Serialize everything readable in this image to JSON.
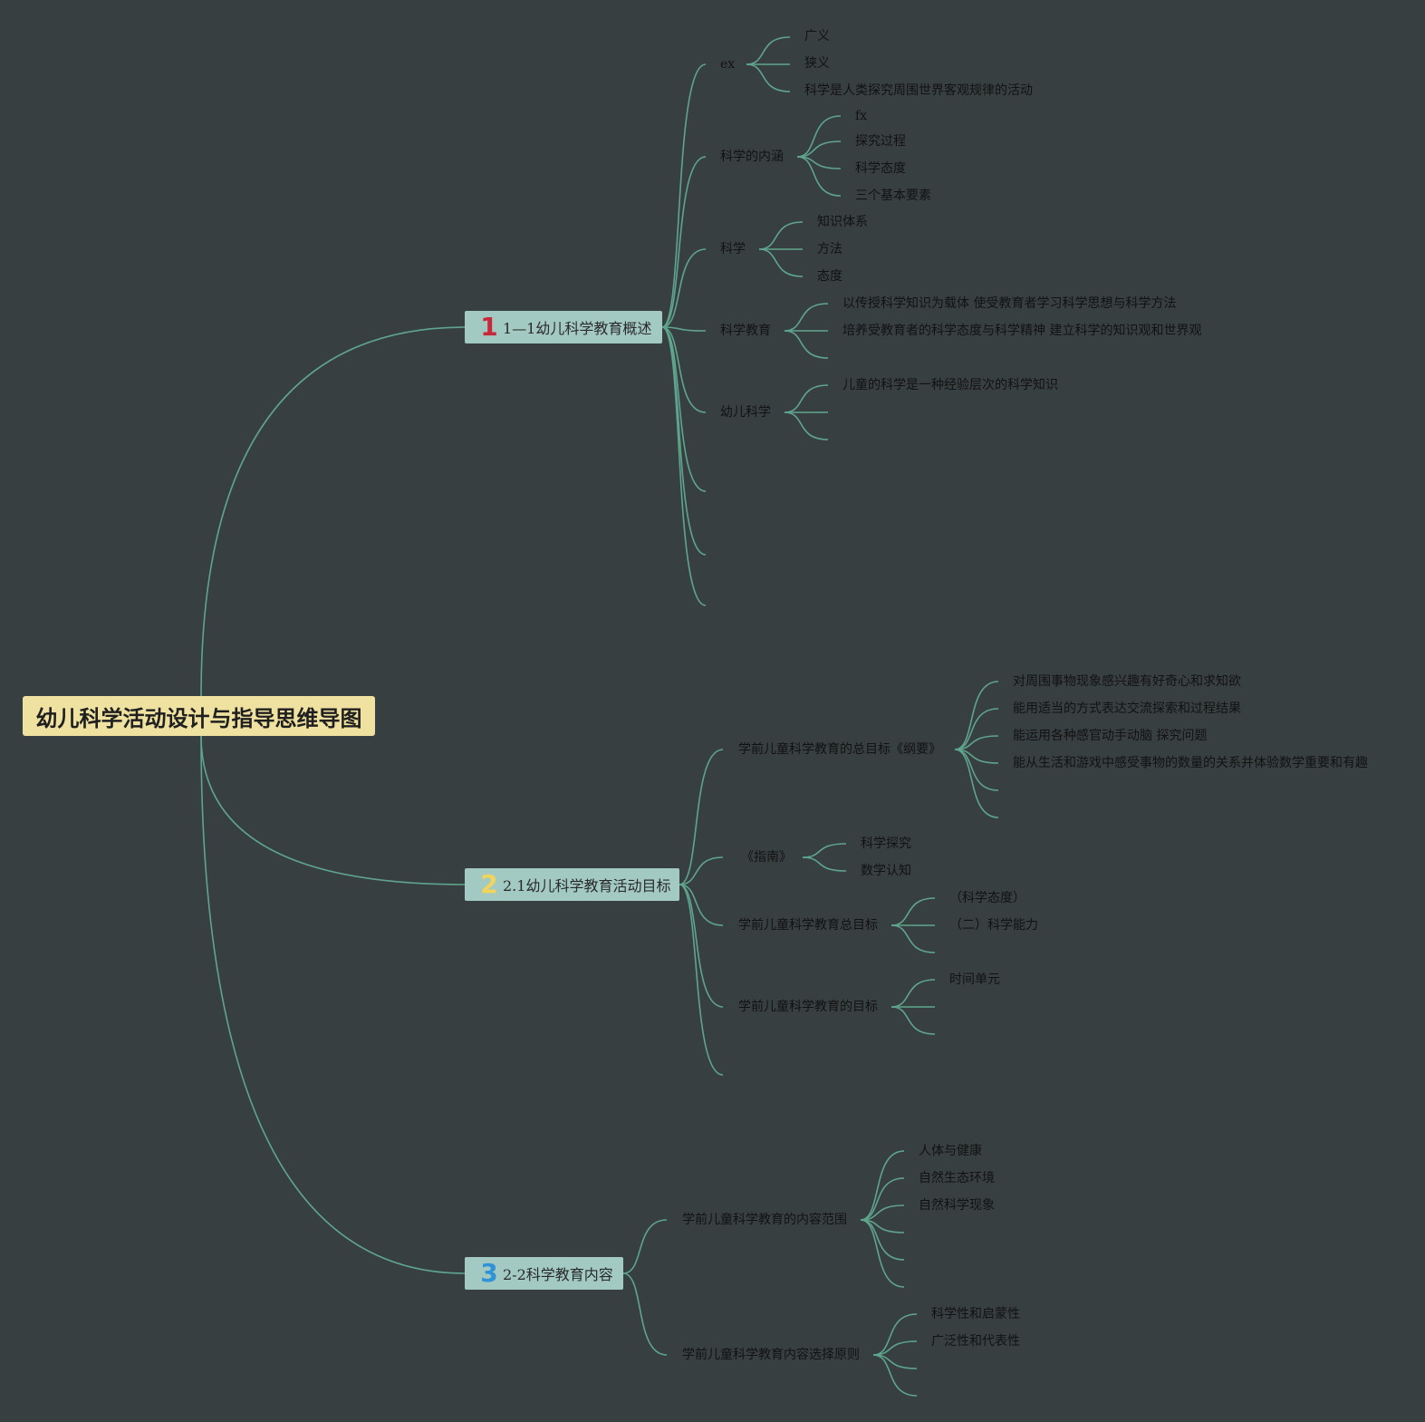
{
  "root": {
    "title": "幼儿科学活动设计与指导思维导图"
  },
  "colors": {
    "background": "#383f41",
    "line": "#5fa58d",
    "root_fill": "#efe2a0",
    "branch_fill": "#a3c9c3",
    "badge_1": "#c9283a",
    "badge_2": "#f0d45b",
    "badge_3": "#2f93d6"
  },
  "branches": [
    {
      "badge": "1",
      "label": "1—1幼儿科学教育概述",
      "topics": [
        {
          "label": "ex",
          "children": [
            "广义",
            "狭义",
            "科学是人类探究周围世界客观规律的活动"
          ]
        },
        {
          "label": "科学的内涵",
          "children": [
            "fx",
            "探究过程",
            "科学态度",
            "三个基本要素"
          ]
        },
        {
          "label": "科学",
          "children": [
            "知识体系",
            "方法",
            "态度"
          ]
        },
        {
          "label": "科学教育",
          "children": [
            "以传授科学知识为载体 使受教育者学习科学思想与科学方法",
            "培养受教育者的科学态度与科学精神 建立科学的知识观和世界观"
          ]
        },
        {
          "label": "幼儿科学",
          "children": [
            "儿童的科学是一种经验层次的科学知识"
          ]
        }
      ]
    },
    {
      "badge": "2",
      "label": "2.1幼儿科学教育活动目标",
      "topics": [
        {
          "label": "学前儿童科学教育的总目标《纲要》",
          "children": [
            "对周围事物现象感兴趣有好奇心和求知欲",
            "能用适当的方式表达交流探索和过程结果",
            "能运用各种感官动手动脑 探究问题",
            "能从生活和游戏中感受事物的数量的关系并体验数学重要和有趣"
          ]
        },
        {
          "label": "《指南》",
          "children": [
            "科学探究",
            "数学认知"
          ]
        },
        {
          "label": "学前儿童科学教育总目标",
          "children": [
            "（科学态度）",
            "（二）科学能力"
          ]
        },
        {
          "label": "学前儿童科学教育的目标",
          "children": [
            "时间单元"
          ]
        }
      ]
    },
    {
      "badge": "3",
      "label": "2-2科学教育内容",
      "topics": [
        {
          "label": "学前儿童科学教育的内容范围",
          "children": [
            "人体与健康",
            "自然生态环境",
            "自然科学现象"
          ]
        },
        {
          "label": "学前儿童科学教育内容选择原则",
          "children": [
            "科学性和启蒙性",
            "广泛性和代表性"
          ]
        }
      ]
    }
  ]
}
